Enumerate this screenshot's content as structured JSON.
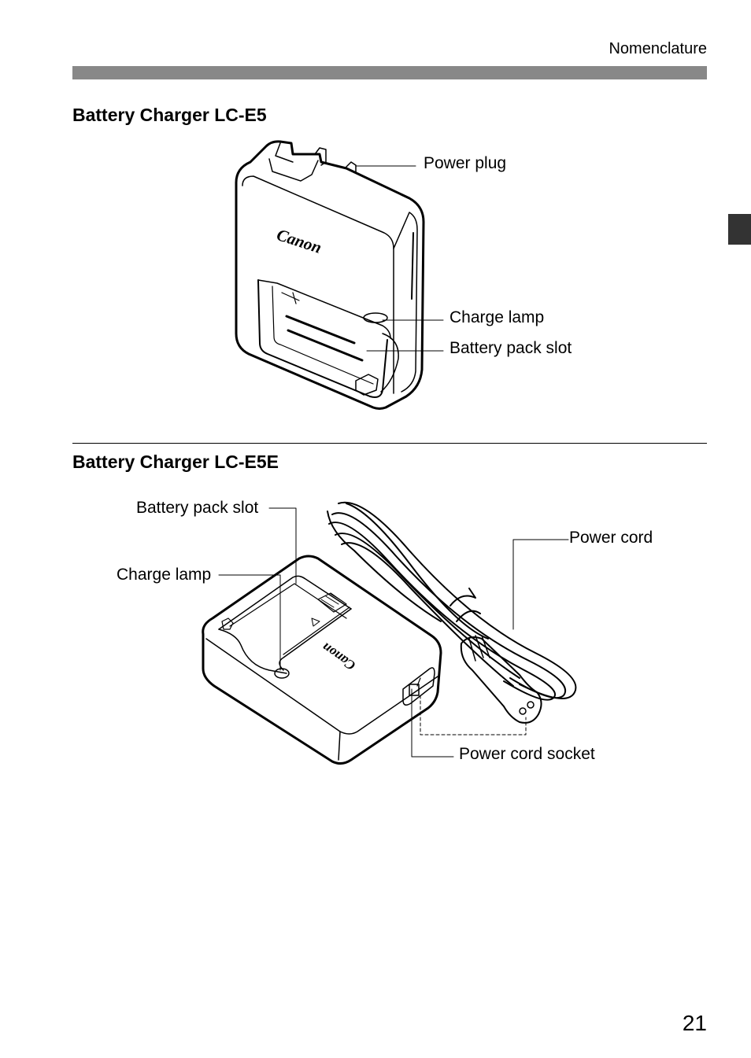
{
  "header": {
    "section": "Nomenclature"
  },
  "lc_e5": {
    "title": "Battery Charger LC-E5",
    "brand": "Canon",
    "labels": {
      "power_plug": "Power plug",
      "charge_lamp": "Charge lamp",
      "battery_pack_slot": "Battery pack slot"
    }
  },
  "lc_e5e": {
    "title": "Battery Charger LC-E5E",
    "brand": "Canon",
    "labels": {
      "battery_pack_slot": "Battery pack slot",
      "charge_lamp": "Charge lamp",
      "power_cord": "Power cord",
      "power_cord_socket": "Power cord socket"
    }
  },
  "footer": {
    "page_number": "21"
  }
}
